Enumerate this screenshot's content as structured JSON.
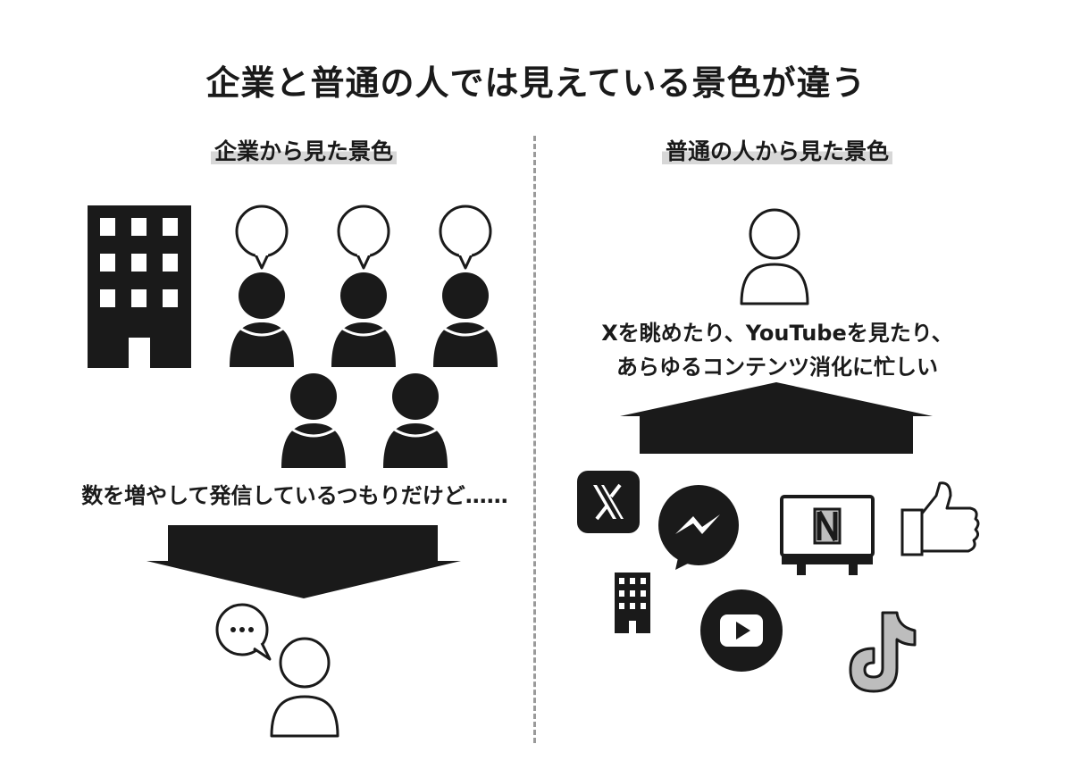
{
  "title": "企業と普通の人では見えている景色が違う",
  "left": {
    "heading": "企業から見た景色",
    "caption": "数を増やして発信しているつもりだけど……"
  },
  "right": {
    "heading": "普通の人から見た景色",
    "caption_line1": "Xを眺めたり、YouTubeを見たり、",
    "caption_line2": "あらゆるコンテンツ消化に忙しい"
  },
  "icons": {
    "speech_dots": "…",
    "netflix_letter": "N",
    "x_letter": "X"
  },
  "colors": {
    "ink": "#1a1a1a",
    "gray_fill": "#bdbdbd",
    "highlight": "#d7d7d7",
    "divider": "#9a9a9a"
  }
}
